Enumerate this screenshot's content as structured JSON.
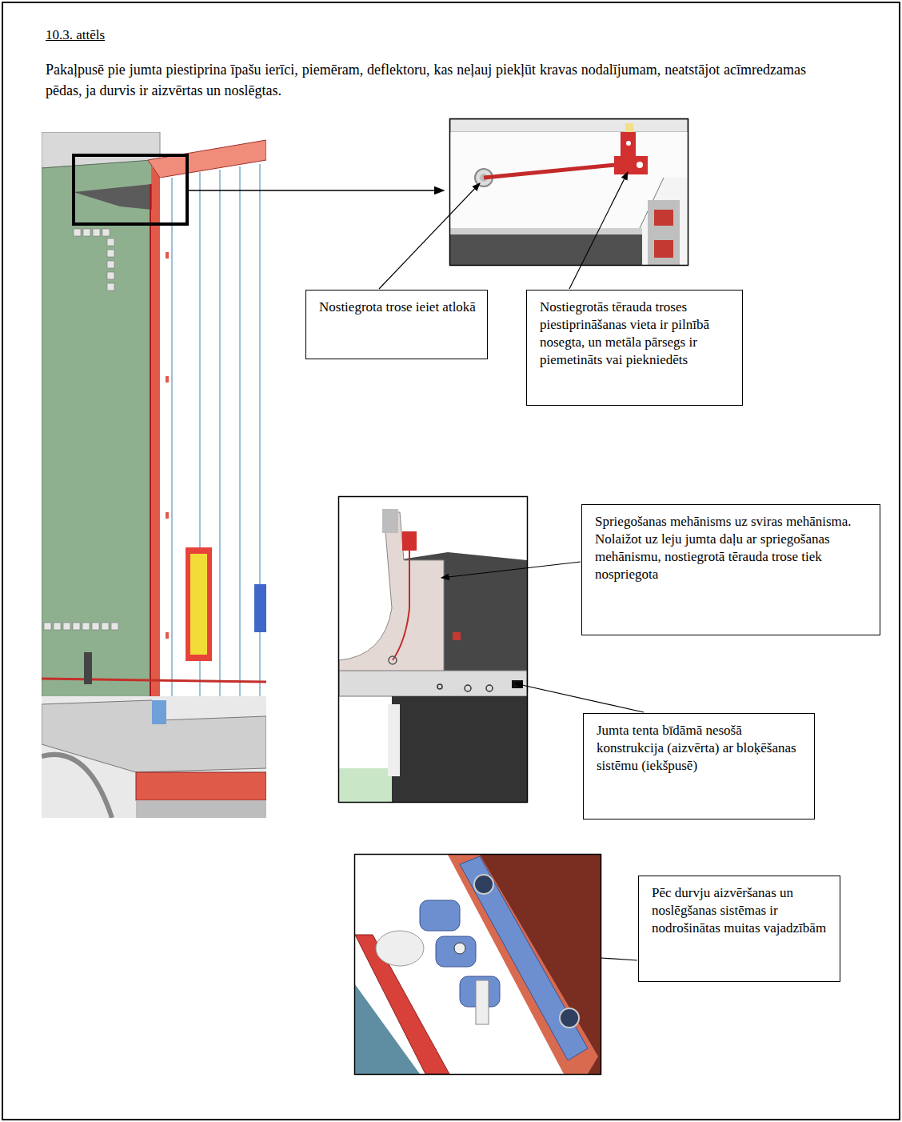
{
  "diagram": {
    "title": "10.3. attēls",
    "nodes": [
      {
        "text": [
          "Nostiegrota trose ieiet atlokā"
        ]
      },
      {
        "text": [
          "Nostiegrotās tērauda troses piestiprināšanas vieta ir pilnībā nosegta, un metāla pārsegs ir piemetināts vai piekniedēts"
        ]
      },
      {
        "text": [
          "Spriegošanas mehānisms uz sviras mehānisma. Nolaižot uz leju jumta daļu ar spriegošanas mehānismu, nostiegrotā tērauda trose tiek nospriegota"
        ]
      },
      {
        "text": [
          "Jumta tenta bīdāmā nesošā konstrukcija (aizvērta) ar bloķēšanas sistēmu (iekšpusē)"
        ]
      },
      {
        "text": [
          "Pēc durvju aizvēršanas un noslēgšanas sistēmas ir nodrošinātas muitas vajadzībām"
        ]
      }
    ],
    "labels": [
      "Pakaļpusē pie jumta piestiprina īpašu ierīci, piemēram, deflektoru, kas neļauj piekļūt kravas nodalījumam, neatstājot acīmredzamas pēdas, ja durvis ir aizvērtas un noslēgtas."
    ]
  }
}
